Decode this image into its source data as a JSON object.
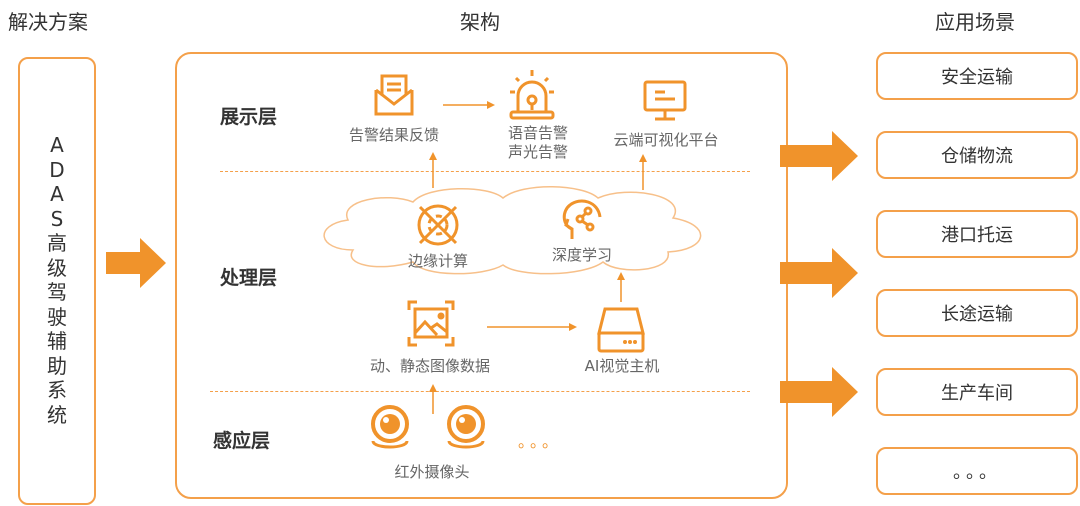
{
  "headers": {
    "solution": "解决方案",
    "architecture": "架构",
    "scenarios": "应用场景"
  },
  "solution": {
    "chars": [
      "A",
      "D",
      "A",
      "S",
      "高",
      "级",
      "驾",
      "驶",
      "辅",
      "助",
      "系",
      "统"
    ]
  },
  "layers": {
    "display": "展示层",
    "processing": "处理层",
    "sensing": "感应层"
  },
  "nodes": {
    "feedback": "告警结果反馈",
    "voice_alarm_1": "语音告警",
    "voice_alarm_2": "声光告警",
    "cloud_platform": "云端可视化平台",
    "edge_computing": "边缘计算",
    "deep_learning": "深度学习",
    "image_data": "动、静态图像数据",
    "ai_host": "AI视觉主机",
    "ir_camera": "红外摄像头",
    "more": "。。。"
  },
  "scenarios": [
    "安全运输",
    "仓储物流",
    "港口托运",
    "长途运输",
    "生产车间",
    "。。。"
  ],
  "colors": {
    "accent": "#f0932b",
    "light_accent": "#f4a04a",
    "text": "#333333"
  }
}
